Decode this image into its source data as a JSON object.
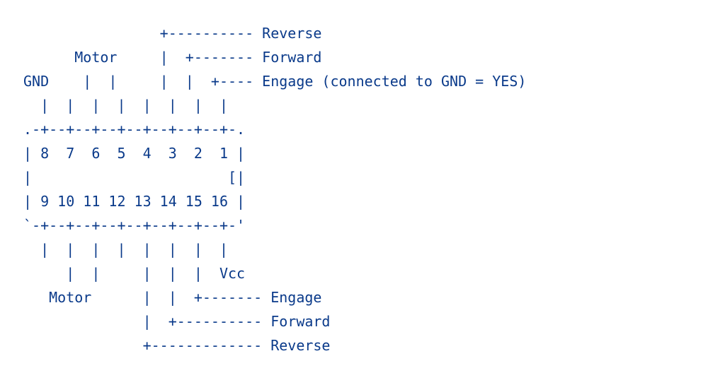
{
  "diagram": {
    "text_color": "#0a3a8a",
    "background_color": "#ffffff",
    "lines": [
      "                +---------- Reverse",
      "      Motor     |  +------- Forward",
      "GND    |  |     |  |  +---- Engage (connected to GND = YES)",
      "  |  |  |  |  |  |  |  |",
      ".-+--+--+--+--+--+--+--+-.",
      "| 8  7  6  5  4  3  2  1 |",
      "|                       [|",
      "| 9 10 11 12 13 14 15 16 |",
      "`-+--+--+--+--+--+--+--+-'",
      "  |  |  |  |  |  |  |  |",
      "     |  |     |  |  |  Vcc",
      "   Motor      |  |  +------- Engage",
      "              |  +---------- Forward",
      "              +------------- Reverse"
    ]
  }
}
